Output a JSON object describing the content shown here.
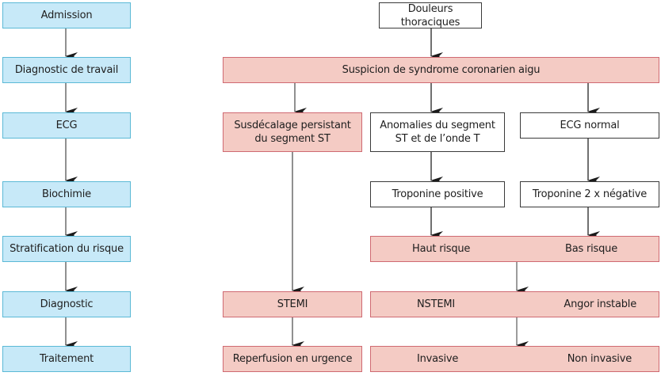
{
  "left_column": {
    "steps": [
      {
        "label": "Admission"
      },
      {
        "label": "Diagnostic de travail"
      },
      {
        "label": "ECG"
      },
      {
        "label": "Biochimie"
      },
      {
        "label": "Stratification du risque"
      },
      {
        "label": "Diagnostic"
      },
      {
        "label": "Traitement"
      }
    ]
  },
  "flow": {
    "start": "Douleurs thoraciques",
    "suspicion": "Suspicion de syndrome coronarien aigu",
    "ecg": {
      "st_elevation": "Susdécalage persistant du segment ST",
      "st_t_anomalies": "Anomalies du segment ST et de l’onde T",
      "normal": "ECG normal"
    },
    "biochemistry": {
      "positive": "Troponine positive",
      "negative": "Troponine 2 x négative"
    },
    "risk": {
      "high": "Haut risque",
      "low": "Bas risque"
    },
    "diagnosis": {
      "stemi": "STEMI",
      "nstemi": "NSTEMI",
      "unstable_angina": "Angor instable"
    },
    "treatment": {
      "urgent": "Reperfusion en urgence",
      "invasive": "Invasive",
      "non_invasive": "Non invasive"
    }
  },
  "colors": {
    "process_fill": "#c7e9f8",
    "process_border": "#5bb9d6",
    "acs_fill": "#f4cbc4",
    "acs_border": "#cf6a72",
    "neutral_border": "#3a3a3a"
  }
}
